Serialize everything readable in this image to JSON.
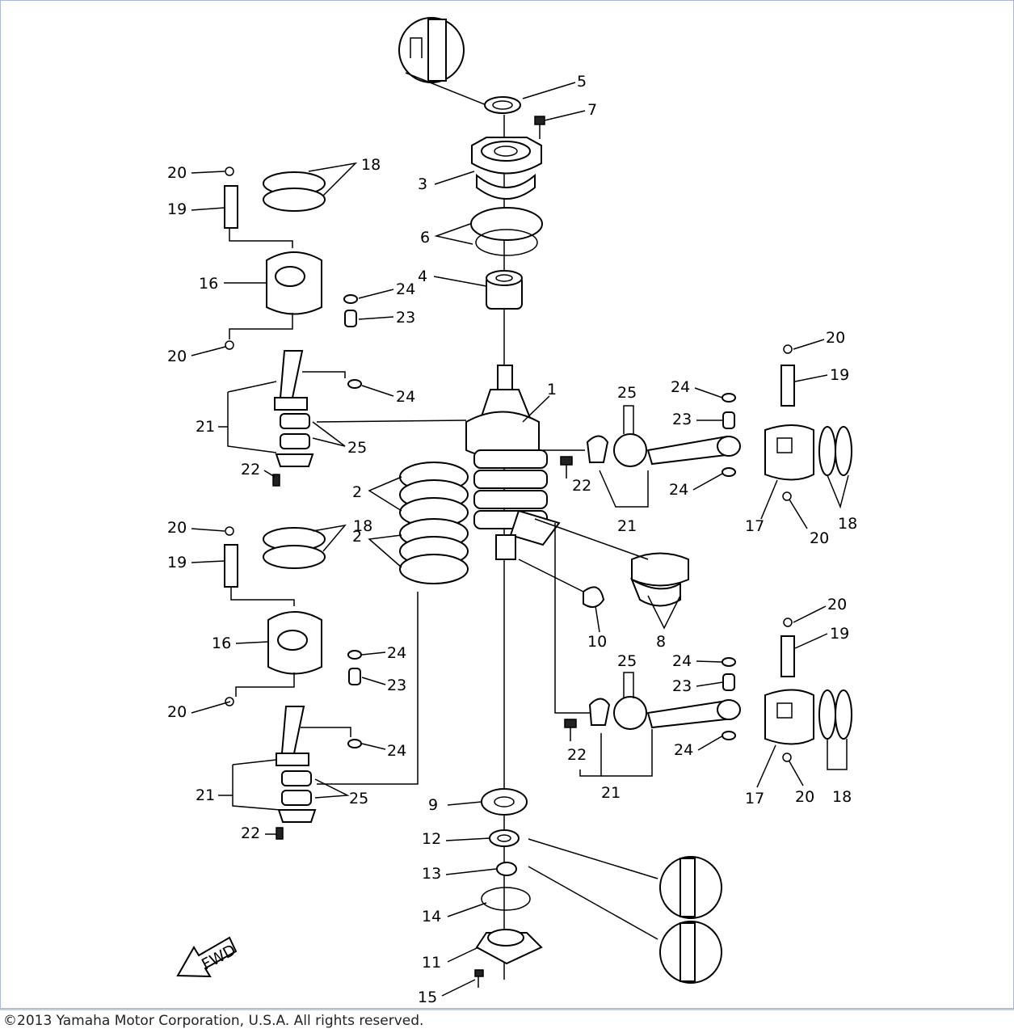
{
  "diagram": {
    "part_numbers": [
      "1",
      "2",
      "3",
      "4",
      "5",
      "6",
      "7",
      "8",
      "9",
      "10",
      "11",
      "12",
      "13",
      "14",
      "15",
      "16",
      "17",
      "18",
      "19",
      "20",
      "21",
      "22",
      "23",
      "24",
      "25"
    ],
    "fwd_label": "FWD"
  },
  "footer": {
    "copyright": "©2013 Yamaha Motor Corporation, U.S.A. All rights reserved."
  }
}
